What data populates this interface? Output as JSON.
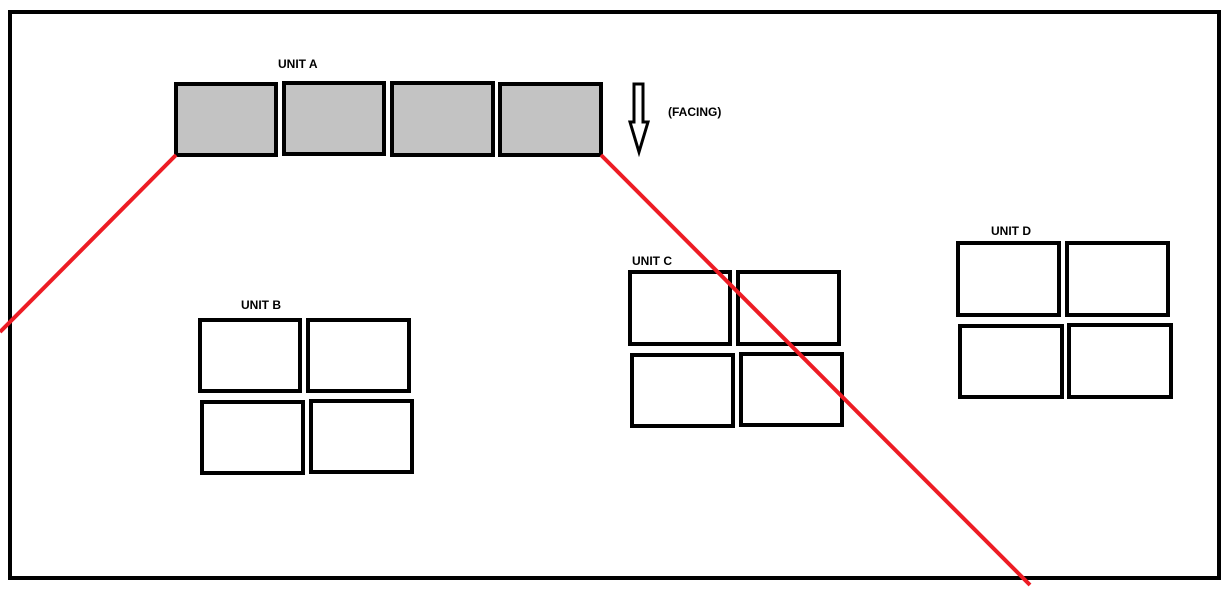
{
  "labels": {
    "unit_a": "UNIT A",
    "unit_b": "UNIT B",
    "unit_c": "UNIT C",
    "unit_d": "UNIT D",
    "facing": "(FACING)"
  },
  "colors": {
    "unit_a_fill": "#c3c3c3",
    "boundary_line": "#ed1c24"
  }
}
